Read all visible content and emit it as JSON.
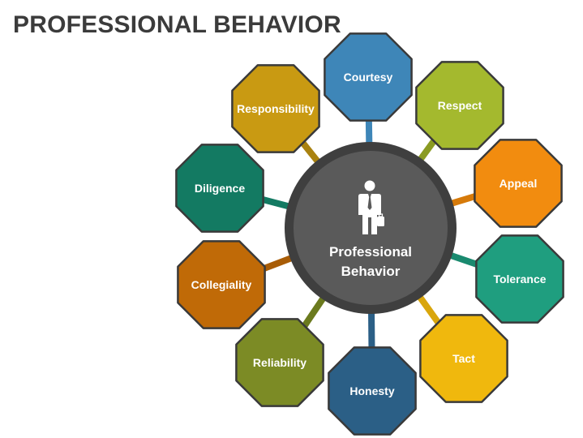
{
  "title": "PROFESSIONAL BEHAVIOR",
  "center": {
    "label_line1": "Professional",
    "label_line2": "Behavior",
    "icon": "businessman-icon"
  },
  "nodes": [
    {
      "label": "Courtesy",
      "color": "#3e86b8",
      "connector": "#3e86b8"
    },
    {
      "label": "Respect",
      "color": "#a4b92e",
      "connector": "#8a9b22"
    },
    {
      "label": "Appeal",
      "color": "#f28c0f",
      "connector": "#d67a0a"
    },
    {
      "label": "Tolerance",
      "color": "#1f9e7f",
      "connector": "#1a8a6f"
    },
    {
      "label": "Tact",
      "color": "#f0b80d",
      "connector": "#d9a60c"
    },
    {
      "label": "Honesty",
      "color": "#2b5f86",
      "connector": "#2b5f86"
    },
    {
      "label": "Reliability",
      "color": "#7c8b25",
      "connector": "#6b7a1e"
    },
    {
      "label": "Collegiality",
      "color": "#c06a07",
      "connector": "#a85c06"
    },
    {
      "label": "Diligence",
      "color": "#137a62",
      "connector": "#137a62"
    },
    {
      "label": "Responsibility",
      "color": "#c99a12",
      "connector": "#a98210"
    }
  ]
}
